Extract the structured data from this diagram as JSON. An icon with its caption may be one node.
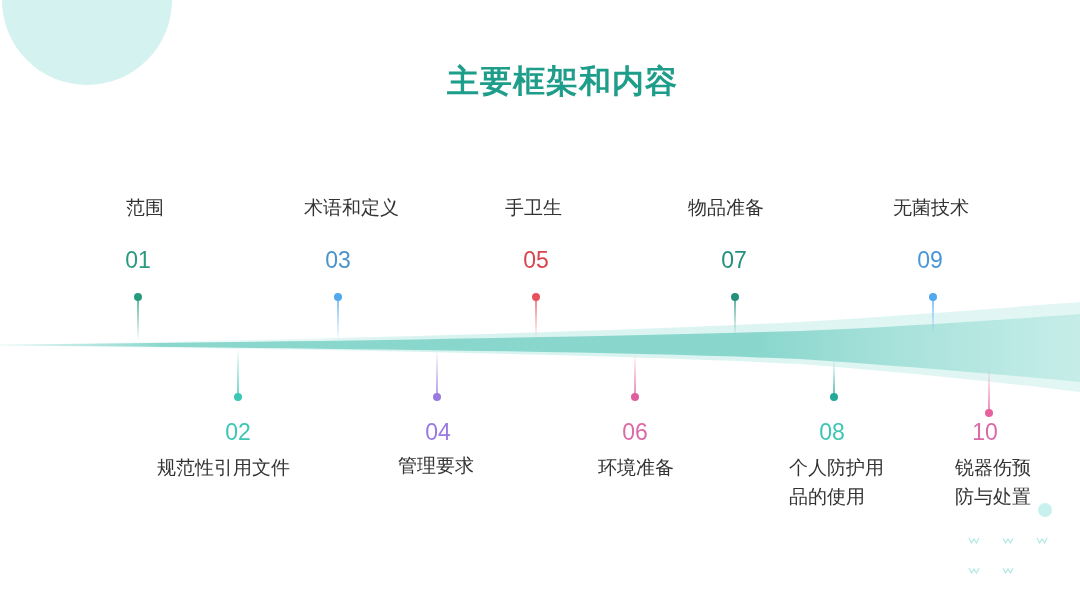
{
  "diagram": {
    "title": "主要框架和内容",
    "labels": [
      "范围",
      "01",
      "02",
      "规范性引用文件",
      "术语和定义",
      "03",
      "04",
      "管理要求",
      "手卫生",
      "05",
      "06",
      "环境准备",
      "物品准备",
      "07",
      "08",
      "个人防护用品的使用",
      "无菌技术",
      "09",
      "10",
      "锐器伤预防与处置"
    ]
  }
}
